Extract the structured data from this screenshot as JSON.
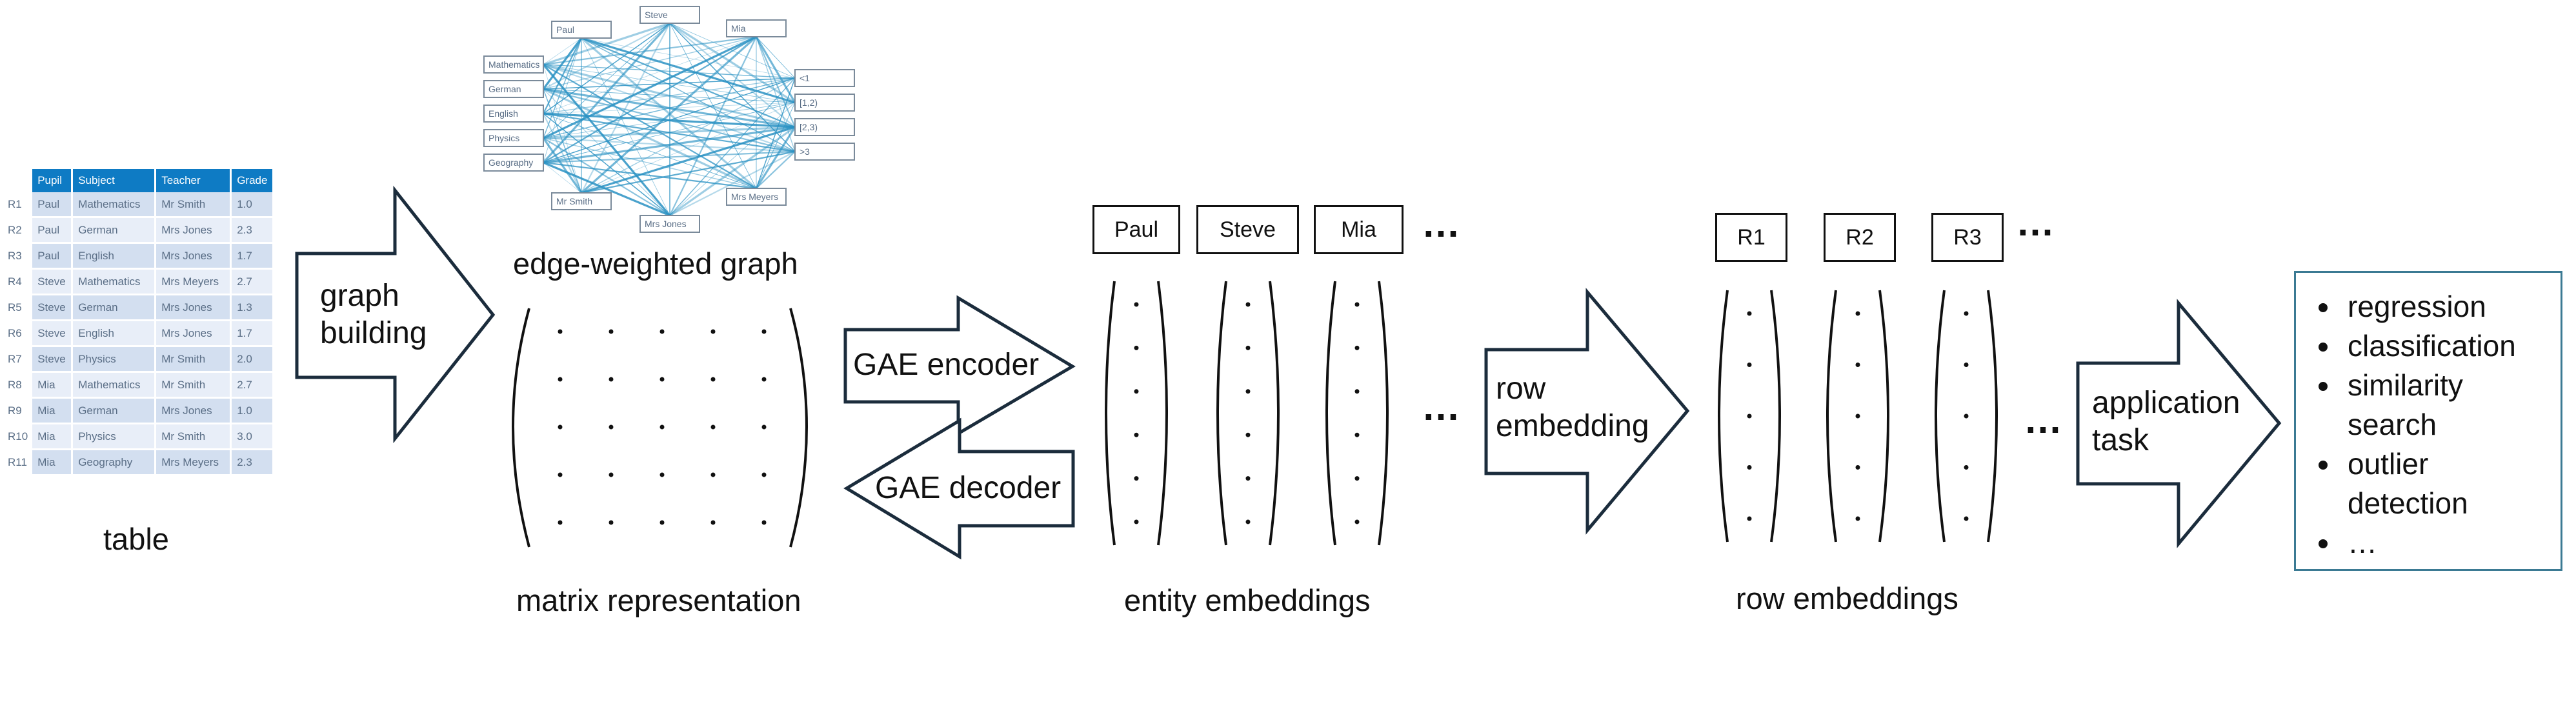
{
  "table": {
    "caption": "table",
    "headers": [
      "Pupil",
      "Subject",
      "Teacher",
      "Grade"
    ],
    "rows": [
      {
        "id": "R1",
        "cells": [
          "Paul",
          "Mathematics",
          "Mr Smith",
          "1.0"
        ]
      },
      {
        "id": "R2",
        "cells": [
          "Paul",
          "German",
          "Mrs Jones",
          "2.3"
        ]
      },
      {
        "id": "R3",
        "cells": [
          "Paul",
          "English",
          "Mrs Jones",
          "1.7"
        ]
      },
      {
        "id": "R4",
        "cells": [
          "Steve",
          "Mathematics",
          "Mrs Meyers",
          "2.7"
        ]
      },
      {
        "id": "R5",
        "cells": [
          "Steve",
          "German",
          "Mrs Jones",
          "1.3"
        ]
      },
      {
        "id": "R6",
        "cells": [
          "Steve",
          "English",
          "Mrs Jones",
          "1.7"
        ]
      },
      {
        "id": "R7",
        "cells": [
          "Steve",
          "Physics",
          "Mr Smith",
          "2.0"
        ]
      },
      {
        "id": "R8",
        "cells": [
          "Mia",
          "Mathematics",
          "Mr Smith",
          "2.7"
        ]
      },
      {
        "id": "R9",
        "cells": [
          "Mia",
          "German",
          "Mrs Jones",
          "1.0"
        ]
      },
      {
        "id": "R10",
        "cells": [
          "Mia",
          "Physics",
          "Mr Smith",
          "3.0"
        ]
      },
      {
        "id": "R11",
        "cells": [
          "Mia",
          "Geography",
          "Mrs Meyers",
          "2.3"
        ]
      }
    ]
  },
  "arrows": {
    "graph_building": [
      "graph",
      "building"
    ],
    "gae_encoder": "GAE encoder",
    "gae_decoder": "GAE decoder",
    "row_embedding": [
      "row",
      "embedding"
    ],
    "application_task": [
      "application",
      "task"
    ]
  },
  "graph": {
    "caption": "edge-weighted graph",
    "nodes": {
      "pupils": [
        "Paul",
        "Steve",
        "Mia"
      ],
      "subjects": [
        "Mathematics",
        "German",
        "English",
        "Physics",
        "Geography"
      ],
      "teachers": [
        "Mr Smith",
        "Mrs Jones",
        "Mrs Meyers"
      ],
      "grades": [
        "<1",
        "[1,2)",
        "[2,3)",
        ">3"
      ]
    },
    "edge_color": "#2a92c3"
  },
  "matrix": {
    "caption": "matrix representation"
  },
  "entities": {
    "caption": "entity embeddings",
    "labels": [
      "Paul",
      "Steve",
      "Mia"
    ],
    "ellipsis": "…"
  },
  "rows_emb": {
    "caption": "row embeddings",
    "labels": [
      "R1",
      "R2",
      "R3"
    ],
    "ellipsis": "…"
  },
  "tasks": {
    "items": [
      "regression",
      "classification",
      "similarity search",
      "outlier detection",
      "…"
    ],
    "border_color": "#3b7a93"
  },
  "colors": {
    "arrow_stroke": "#1b2c3c",
    "table_header": "#0e7bc4"
  }
}
